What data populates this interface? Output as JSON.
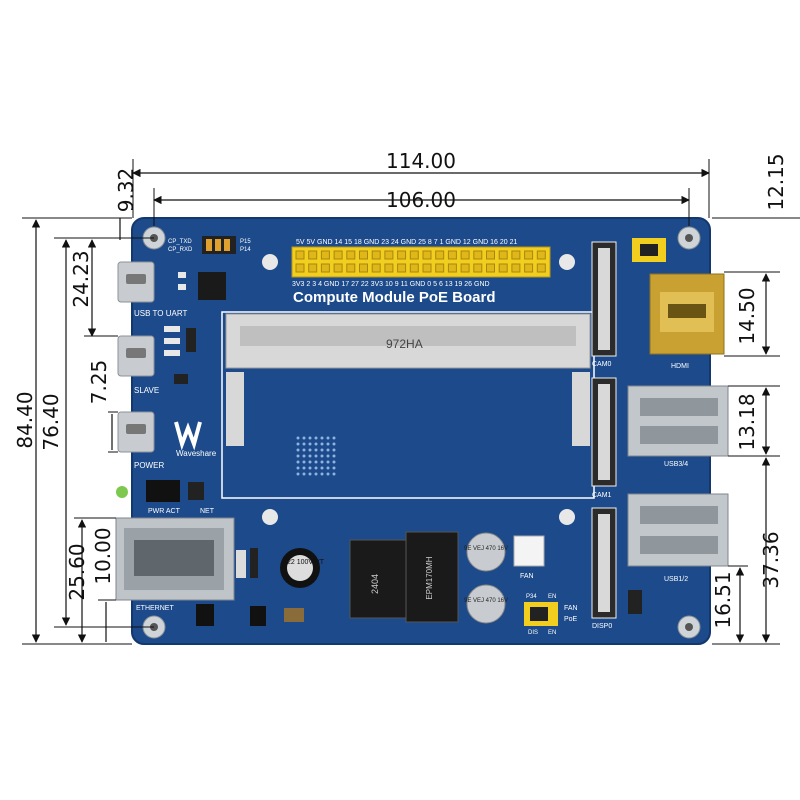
{
  "board": {
    "title": "Compute Module PoE Board",
    "brand": "Waveshare",
    "socket_text": "972HA",
    "colors": {
      "pcb": "#1c4a8a",
      "silk": "#ffffff",
      "header": "#f2cf1f",
      "connector": "#c9a133"
    }
  },
  "dimensions": {
    "width_total": "114.00",
    "width_holes": "106.00",
    "top_left_offset": "9.32",
    "top_right_offset": "12.15",
    "height_total": "84.40",
    "height_holes": "76.40",
    "usb_uart": "24.23",
    "usb_slave": "7.25",
    "ethernet": "25.60",
    "ethernet_small": "10.00",
    "hdmi": "14.50",
    "usb34": "13.18",
    "usb12": "37.36",
    "usb12_small": "16.51"
  },
  "labels": {
    "usb_to_uart": "USB TO UART",
    "slave": "SLAVE",
    "power": "POWER",
    "pwr_act": "PWR ACT",
    "net": "NET",
    "ethernet": "ETHERNET",
    "cam0": "CAM0",
    "cam1": "CAM1",
    "disp0": "DISP0",
    "hdmi": "HDMI",
    "usb34": "USB3/4",
    "usb12": "USB1/2",
    "fan": "FAN",
    "poe": "PoE",
    "p34": "P34",
    "en": "EN",
    "dis": "DIS",
    "cp_txd": "CP_TXD",
    "cp_rxd": "CP_RXD",
    "p15": "P15",
    "p14": "P14",
    "header_top": "5V  5V GND 14   15   18 GND 23   24 GND 25    8    7    1  GND 12 GND 16   20   21",
    "header_bottom": "3V3  2    3    4  GND 17   27   22 3V3 10    9   11 GND  0    5    6   13  19   26 GND",
    "cap_left": "22 100V VT",
    "cap_r1": "9E VEJ 470 16V",
    "cap_r2": "9E VEJ 470 16V",
    "inductor": "2404",
    "transformer": "EPM170MH"
  }
}
